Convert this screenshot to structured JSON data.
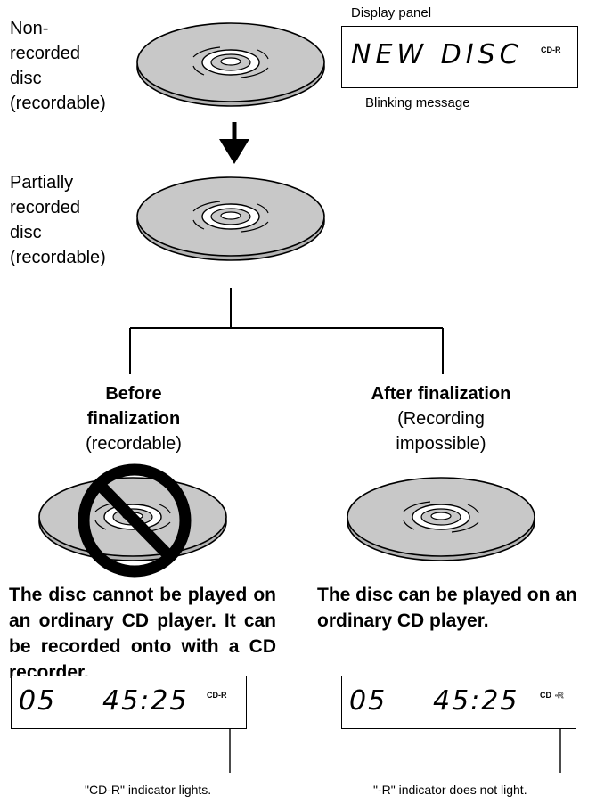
{
  "labels": {
    "non_recorded": "Non-\nrecorded\ndisc\n(recordable)",
    "partially_recorded": "Partially\nrecorded\ndisc\n(recordable)",
    "display_panel": "Display panel",
    "blinking_message": "Blinking message"
  },
  "top_panel": {
    "text": "NEW DISC",
    "badge": "CD-R"
  },
  "before": {
    "title": "Before\nfinalization",
    "sub": "(recordable)",
    "caption": "The disc cannot be played on an ordinary CD player. It can be recorded onto with a CD recorder.",
    "panel_track": "05",
    "panel_time": "45:25",
    "badge": "CD-R",
    "note": "\"CD-R\" indicator lights."
  },
  "after": {
    "title": "After finalization",
    "sub": "(Recording\nimpossible)",
    "caption": "The disc can be played on an ordinary CD player.",
    "panel_track": "05",
    "panel_time": "45:25",
    "badge_lit": "CD",
    "badge_unlit": "-R",
    "note": "\"-R\" indicator does not light."
  },
  "colors": {
    "disc": "#c8c8c8",
    "ink": "#000000"
  }
}
